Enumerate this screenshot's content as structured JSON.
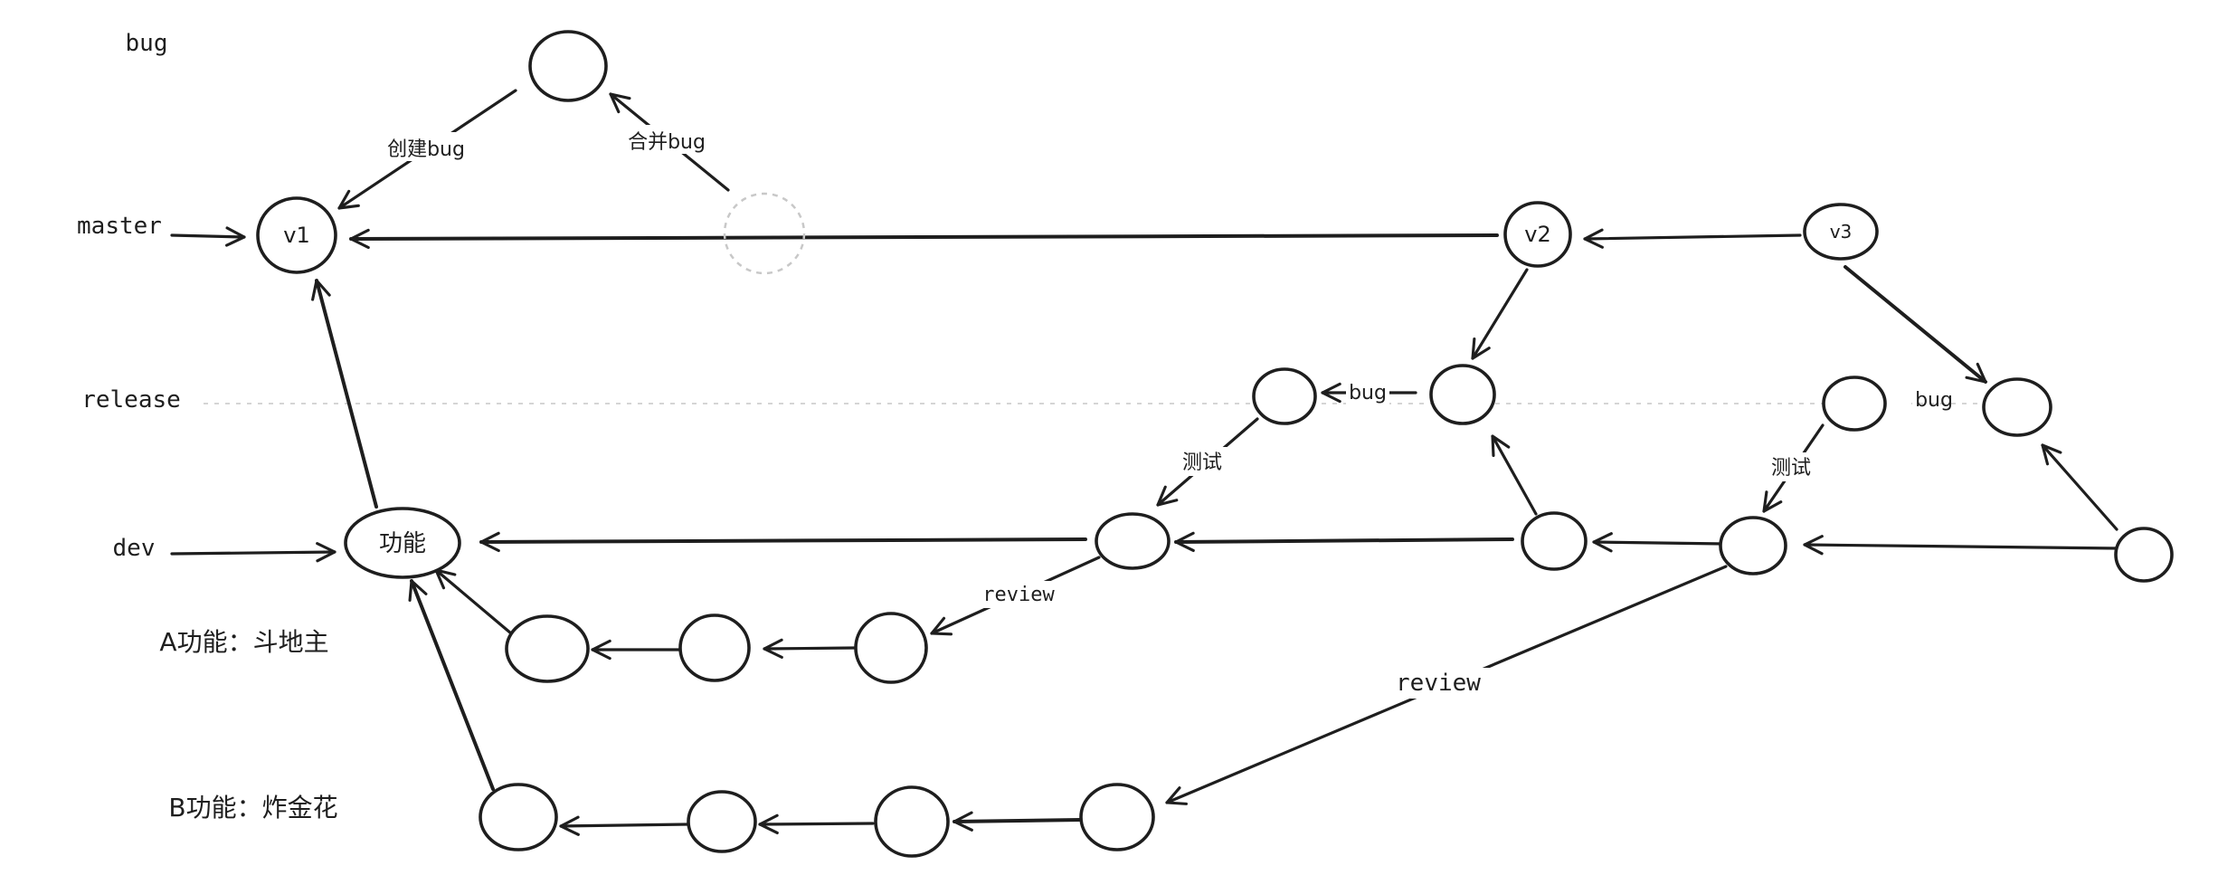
{
  "diagram": {
    "branch_labels": {
      "bug": "bug",
      "master": "master",
      "release": "release",
      "dev": "dev",
      "feature_a": "A功能：斗地主",
      "feature_b": "B功能：炸金花"
    },
    "node_labels": {
      "v1": "v1",
      "v2": "v2",
      "v3": "v3",
      "dev_feature": "功能"
    },
    "edge_labels": {
      "create_bug": "创建bug",
      "merge_bug": "合并bug",
      "release_bug_1": "bug",
      "release_bug_2": "bug",
      "test_1": "测试",
      "test_2": "测试",
      "review_a": "review",
      "review_b": "review"
    },
    "colors": {
      "stroke": "#1e1e1e",
      "ghost": "#c8c8c8"
    }
  }
}
